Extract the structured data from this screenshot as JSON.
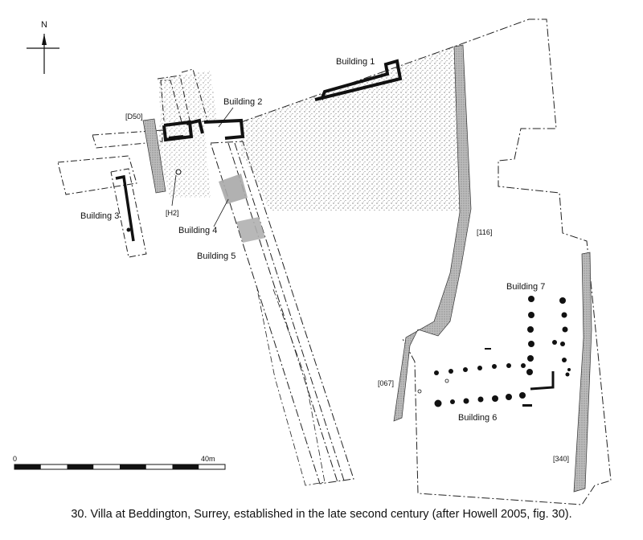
{
  "map": {
    "north_label": "N",
    "labels": {
      "building1": "Building 1",
      "building2": "Building 2",
      "building3": "Building 3",
      "building4": "Building 4",
      "building5": "Building 5",
      "building6": "Building 6",
      "building7": "Building 7",
      "d50": "[D50]",
      "h2": "[H2]",
      "f116": "[116]",
      "f067": "[067]",
      "f340": "[340]"
    },
    "scale": {
      "start_label": "0",
      "end_label": "40m"
    }
  },
  "caption": "30. Villa at Beddington, Surrey, established in the late second century (after Howell 2005, fig. 30)."
}
